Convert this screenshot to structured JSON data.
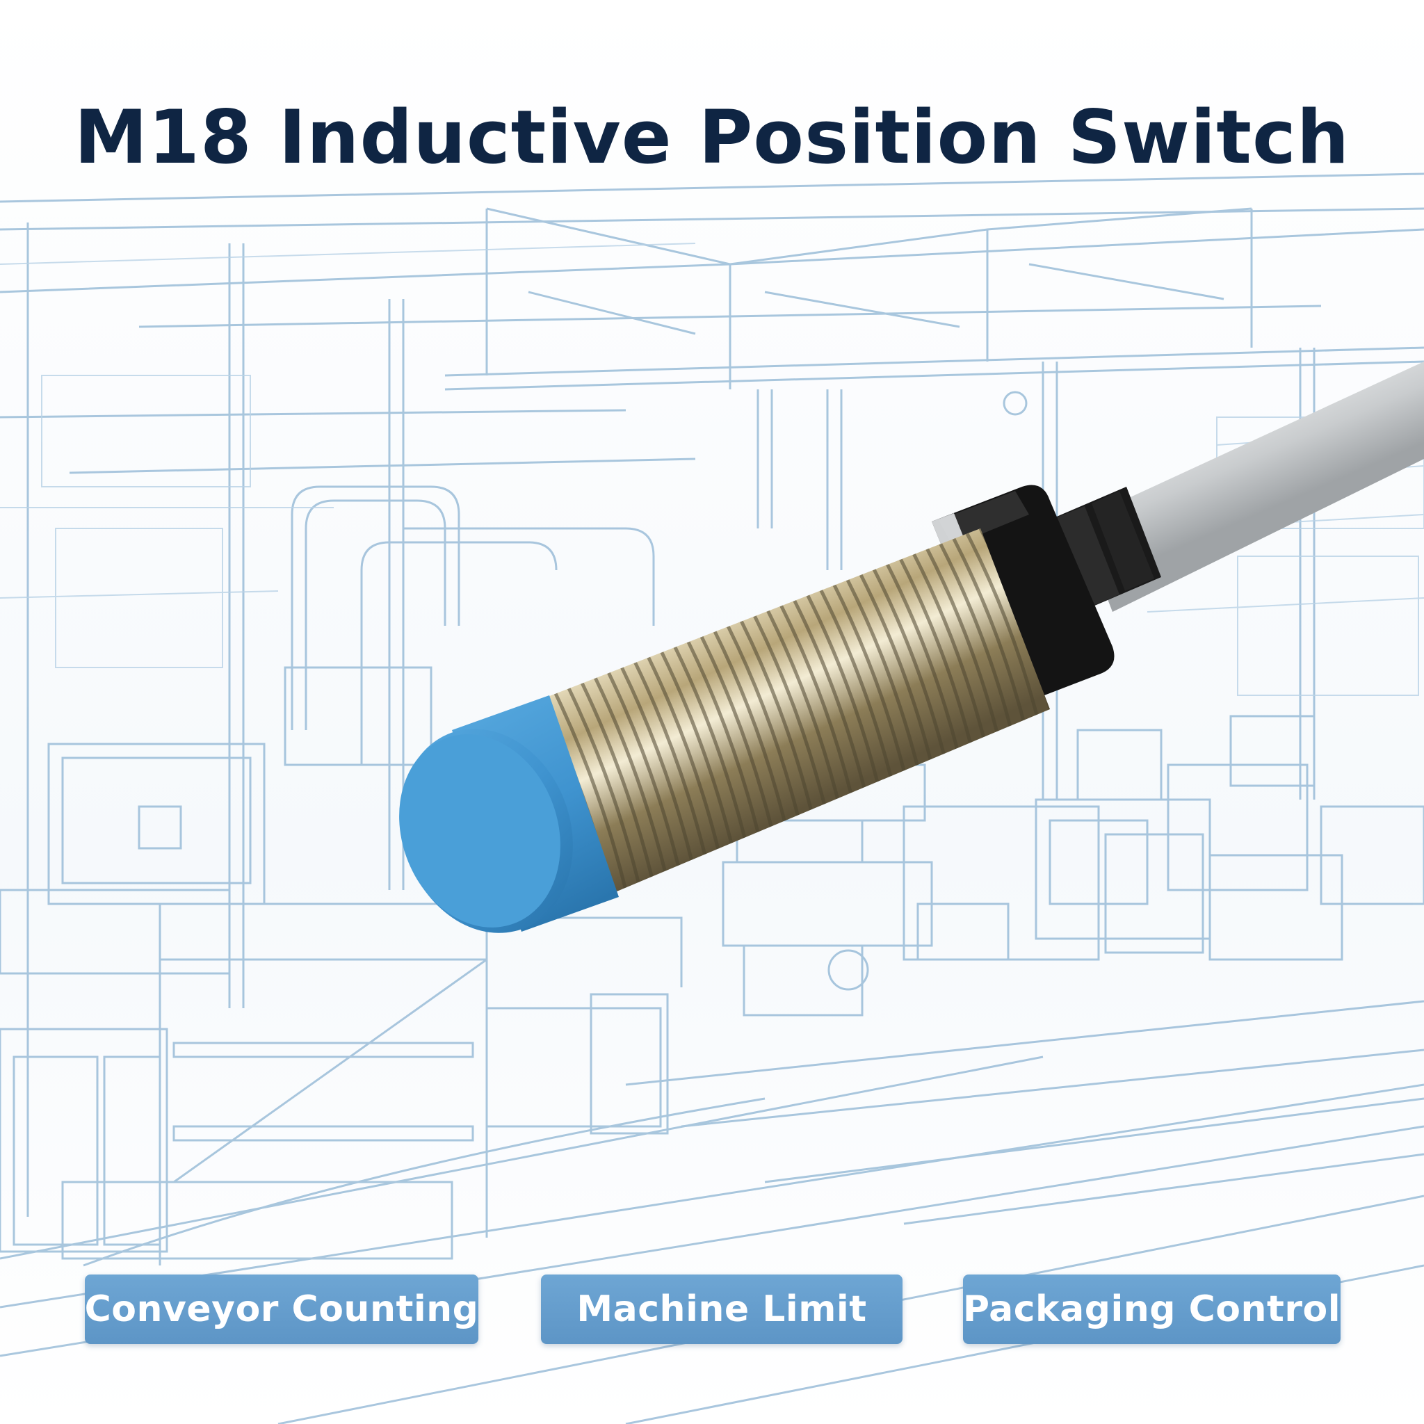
{
  "header": {
    "title": "M18 Inductive Position Switch"
  },
  "product": {
    "icon": "inductive-proximity-sensor-icon",
    "cap_color": "#3f93cf",
    "housing_color": "#c2b48e",
    "connector_color": "#141414",
    "cable_color": "#c9ccce"
  },
  "background": {
    "icon": "factory-line-drawing",
    "line_color": "#8db4d3"
  },
  "applications": [
    {
      "label": "Conveyor Counting"
    },
    {
      "label": "Machine Limit"
    },
    {
      "label": "Packaging Control"
    }
  ],
  "colors": {
    "title": "#0f2543",
    "tag_bg": "#6ea6d4",
    "tag_text": "#ffffff"
  }
}
